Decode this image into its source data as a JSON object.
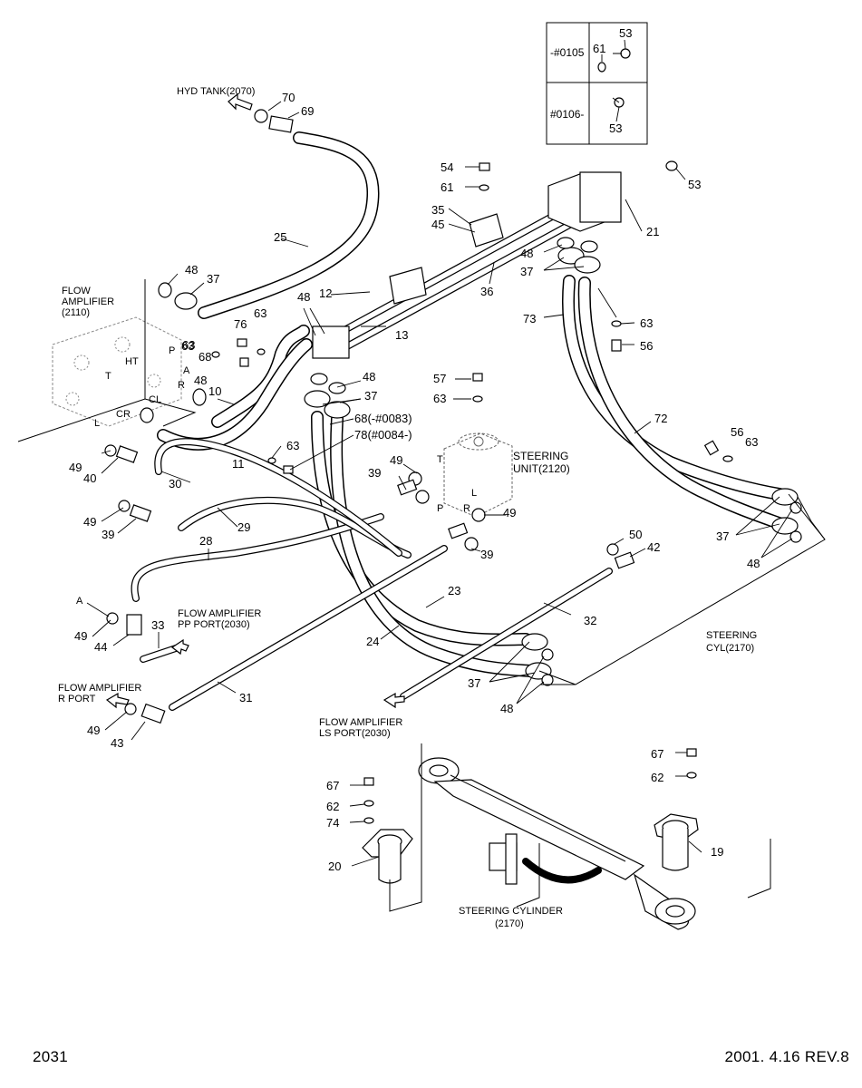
{
  "footer": {
    "page_number": "2031",
    "revision": "2001. 4.16  REV.8"
  },
  "inset_table": {
    "rows": [
      {
        "serial": "-#0105",
        "parts": [
          "61",
          "53"
        ]
      },
      {
        "serial": "#0106-",
        "parts": [
          "53"
        ]
      }
    ]
  },
  "labels": {
    "hyd_tank": "HYD TANK(2070)",
    "flow_amp_1": "FLOW",
    "flow_amp_2": "AMPLIFIER",
    "flow_amp_3": "(2110)",
    "steering_unit_1": "STEERING",
    "steering_unit_2": "UNIT(2120)",
    "fa_pp_1": "FLOW AMPLIFIER",
    "fa_pp_2": "PP PORT(2030)",
    "fa_r_1": "FLOW AMPLIFIER",
    "fa_r_2": "R PORT",
    "fa_ls_1": "FLOW AMPLIFIER",
    "fa_ls_2": "LS PORT(2030)",
    "steer_cyl_1": "STEERING",
    "steer_cyl_2": "CYL(2170)",
    "steer_cyl_big_1": "STEERING CYLINDER",
    "steer_cyl_big_2": "(2170)",
    "serial_68": "68(-#0083)",
    "serial_78": "78(#0084-)"
  },
  "port_letters": [
    "HT",
    "P",
    "A",
    "T",
    "R",
    "CL",
    "CR",
    "L",
    "T",
    "L",
    "R",
    "P",
    "A"
  ],
  "part_numbers": [
    "70",
    "69",
    "25",
    "48",
    "37",
    "63",
    "68",
    "76",
    "63",
    "48",
    "12",
    "13",
    "63",
    "48",
    "10",
    "48",
    "37",
    "11",
    "63",
    "49",
    "40",
    "30",
    "49",
    "39",
    "29",
    "28",
    "54",
    "61",
    "35",
    "45",
    "48",
    "37",
    "36",
    "73",
    "21",
    "53",
    "63",
    "56",
    "72",
    "56",
    "63",
    "57",
    "63",
    "49",
    "39",
    "49",
    "39",
    "50",
    "42",
    "37",
    "48",
    "23",
    "32",
    "24",
    "37",
    "48",
    "49",
    "44",
    "33",
    "31",
    "49",
    "43",
    "67",
    "62",
    "74",
    "20",
    "67",
    "62",
    "19"
  ]
}
